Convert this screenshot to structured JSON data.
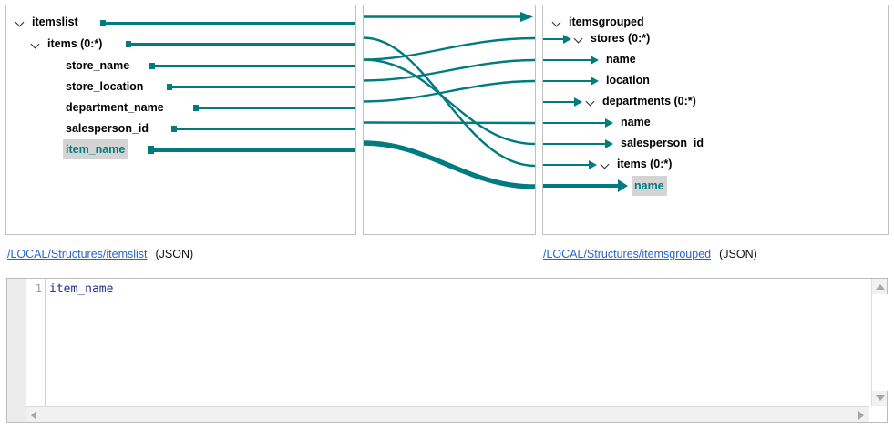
{
  "accent_color": "#007b7f",
  "link_color": "#2864c8",
  "selection_bg": "#d4d4d4",
  "source": {
    "left": {
      "root": "itemslist",
      "path": "/LOCAL/Structures/itemslist",
      "format": "(JSON)",
      "nodes": [
        {
          "label": "itemslist",
          "depth": 0,
          "expandable": true,
          "selected": false
        },
        {
          "label": "items (0:*)",
          "depth": 1,
          "expandable": true,
          "selected": false
        },
        {
          "label": "store_name",
          "depth": 2,
          "expandable": false,
          "selected": false
        },
        {
          "label": "store_location",
          "depth": 2,
          "expandable": false,
          "selected": false
        },
        {
          "label": "department_name",
          "depth": 2,
          "expandable": false,
          "selected": false
        },
        {
          "label": "salesperson_id",
          "depth": 2,
          "expandable": false,
          "selected": false
        },
        {
          "label": "item_name",
          "depth": 2,
          "expandable": false,
          "selected": true
        }
      ]
    },
    "right": {
      "root": "itemsgrouped",
      "path": "/LOCAL/Structures/itemsgrouped",
      "format": "(JSON)",
      "nodes": [
        {
          "label": "itemsgrouped",
          "depth": 0,
          "expandable": true,
          "selected": false,
          "arrow": false
        },
        {
          "label": "stores (0:*)",
          "depth": 1,
          "expandable": true,
          "selected": false,
          "arrow": true
        },
        {
          "label": "name",
          "depth": 2,
          "expandable": false,
          "selected": false,
          "arrow": true
        },
        {
          "label": "location",
          "depth": 2,
          "expandable": false,
          "selected": false,
          "arrow": true
        },
        {
          "label": "departments (0:*)",
          "depth": 2,
          "expandable": true,
          "selected": false,
          "arrow": true
        },
        {
          "label": "name",
          "depth": 3,
          "expandable": false,
          "selected": false,
          "arrow": true
        },
        {
          "label": "salesperson_id",
          "depth": 3,
          "expandable": false,
          "selected": false,
          "arrow": true
        },
        {
          "label": "items (0:*)",
          "depth": 3,
          "expandable": true,
          "selected": false,
          "arrow": true
        },
        {
          "label": "name",
          "depth": 4,
          "expandable": false,
          "selected": true,
          "arrow": true
        }
      ]
    }
  },
  "mappings": [
    {
      "from": "itemslist",
      "to": "itemsgrouped",
      "highlighted": false
    },
    {
      "from": "items (0:*)",
      "to": "items (0:*)",
      "highlighted": false
    },
    {
      "from": "store_name",
      "to": "stores (0:*)",
      "highlighted": false
    },
    {
      "from": "store_location",
      "to": "name",
      "highlighted": false
    },
    {
      "from": "department_name",
      "to": "departments (0:*)",
      "highlighted": false
    },
    {
      "from": "salesperson_id",
      "to": "salesperson_id",
      "highlighted": false
    },
    {
      "from": "item_name",
      "to": "name",
      "highlighted": true
    }
  ],
  "editor": {
    "line_number": "1",
    "code": "item_name"
  }
}
